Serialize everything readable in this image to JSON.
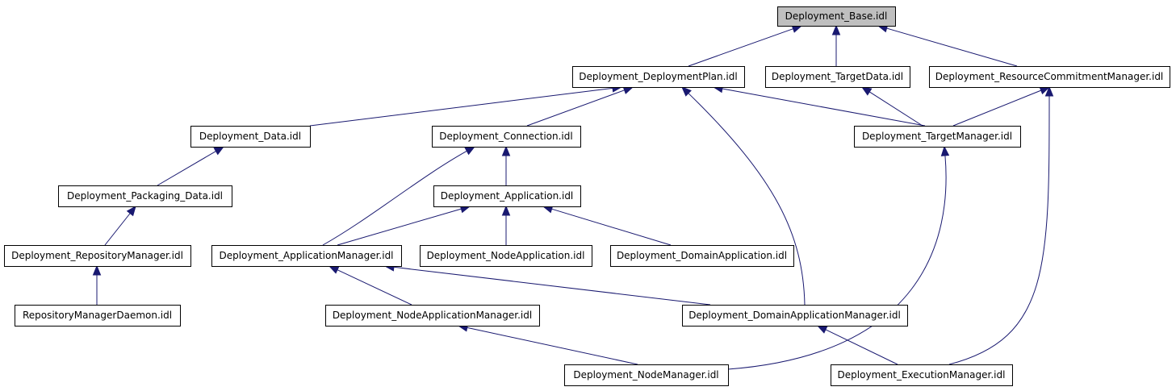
{
  "nodes": [
    {
      "id": "base",
      "label": "Deployment_Base.idl",
      "root": true
    },
    {
      "id": "plan",
      "label": "Deployment_DeploymentPlan.idl"
    },
    {
      "id": "target",
      "label": "Deployment_TargetData.idl"
    },
    {
      "id": "rcm",
      "label": "Deployment_ResourceCommitmentManager.idl"
    },
    {
      "id": "data",
      "label": "Deployment_Data.idl"
    },
    {
      "id": "conn",
      "label": "Deployment_Connection.idl"
    },
    {
      "id": "tm",
      "label": "Deployment_TargetManager.idl"
    },
    {
      "id": "pkg",
      "label": "Deployment_Packaging_Data.idl"
    },
    {
      "id": "app",
      "label": "Deployment_Application.idl"
    },
    {
      "id": "repo",
      "label": "Deployment_RepositoryManager.idl"
    },
    {
      "id": "am",
      "label": "Deployment_ApplicationManager.idl"
    },
    {
      "id": "na",
      "label": "Deployment_NodeApplication.idl"
    },
    {
      "id": "da",
      "label": "Deployment_DomainApplication.idl"
    },
    {
      "id": "rmd",
      "label": "RepositoryManagerDaemon.idl"
    },
    {
      "id": "nam",
      "label": "Deployment_NodeApplicationManager.idl"
    },
    {
      "id": "dam",
      "label": "Deployment_DomainApplicationManager.idl"
    },
    {
      "id": "nm",
      "label": "Deployment_NodeManager.idl"
    },
    {
      "id": "em",
      "label": "Deployment_ExecutionManager.idl"
    }
  ],
  "edges": [
    {
      "from": "plan",
      "to": "base"
    },
    {
      "from": "target",
      "to": "base"
    },
    {
      "from": "rcm",
      "to": "base"
    },
    {
      "from": "data",
      "to": "plan"
    },
    {
      "from": "conn",
      "to": "plan"
    },
    {
      "from": "tm",
      "to": "plan"
    },
    {
      "from": "dam",
      "to": "plan"
    },
    {
      "from": "tm",
      "to": "target"
    },
    {
      "from": "tm",
      "to": "rcm"
    },
    {
      "from": "em",
      "to": "rcm"
    },
    {
      "from": "pkg",
      "to": "data"
    },
    {
      "from": "app",
      "to": "conn"
    },
    {
      "from": "am",
      "to": "conn"
    },
    {
      "from": "nm",
      "to": "tm"
    },
    {
      "from": "repo",
      "to": "pkg"
    },
    {
      "from": "am",
      "to": "app"
    },
    {
      "from": "na",
      "to": "app"
    },
    {
      "from": "da",
      "to": "app"
    },
    {
      "from": "rmd",
      "to": "repo"
    },
    {
      "from": "nam",
      "to": "am"
    },
    {
      "from": "dam",
      "to": "am"
    },
    {
      "from": "nm",
      "to": "nam"
    },
    {
      "from": "em",
      "to": "dam"
    }
  ],
  "colors": {
    "edge": "#191970",
    "root_fill": "#bfbfbf",
    "node_fill": "#ffffff",
    "border": "#000000"
  }
}
